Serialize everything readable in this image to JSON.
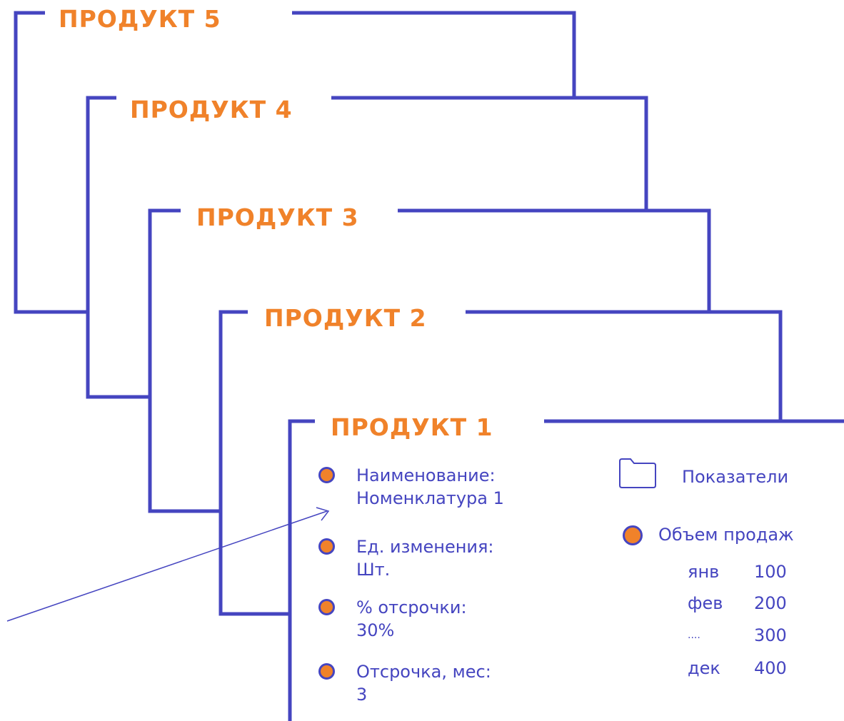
{
  "products": [
    {
      "title": "ПРОДУКТ 5"
    },
    {
      "title": "ПРОДУКТ 4"
    },
    {
      "title": "ПРОДУКТ 3"
    },
    {
      "title": "ПРОДУКТ 2"
    },
    {
      "title": "ПРОДУКТ 1"
    }
  ],
  "fields": [
    {
      "label": "Наименование:",
      "value": "Номенклатура 1"
    },
    {
      "label": "Ед. изменения:",
      "value": "Шт."
    },
    {
      "label": "% отсрочки:",
      "value": "30%"
    },
    {
      "label": "Отсрочка, мес:",
      "value": "3"
    }
  ],
  "indicators": {
    "title": "Показатели",
    "folder_icon": "folder-icon",
    "metric_label": "Объем продаж",
    "rows": [
      {
        "month": "янв",
        "value": "100"
      },
      {
        "month": "фев",
        "value": "200"
      },
      {
        "month": "....",
        "value": "300"
      },
      {
        "month": "дек",
        "value": "400"
      }
    ]
  },
  "colors": {
    "frame": "#4545c0",
    "accent": "#f0822a",
    "text": "#4545c0"
  }
}
